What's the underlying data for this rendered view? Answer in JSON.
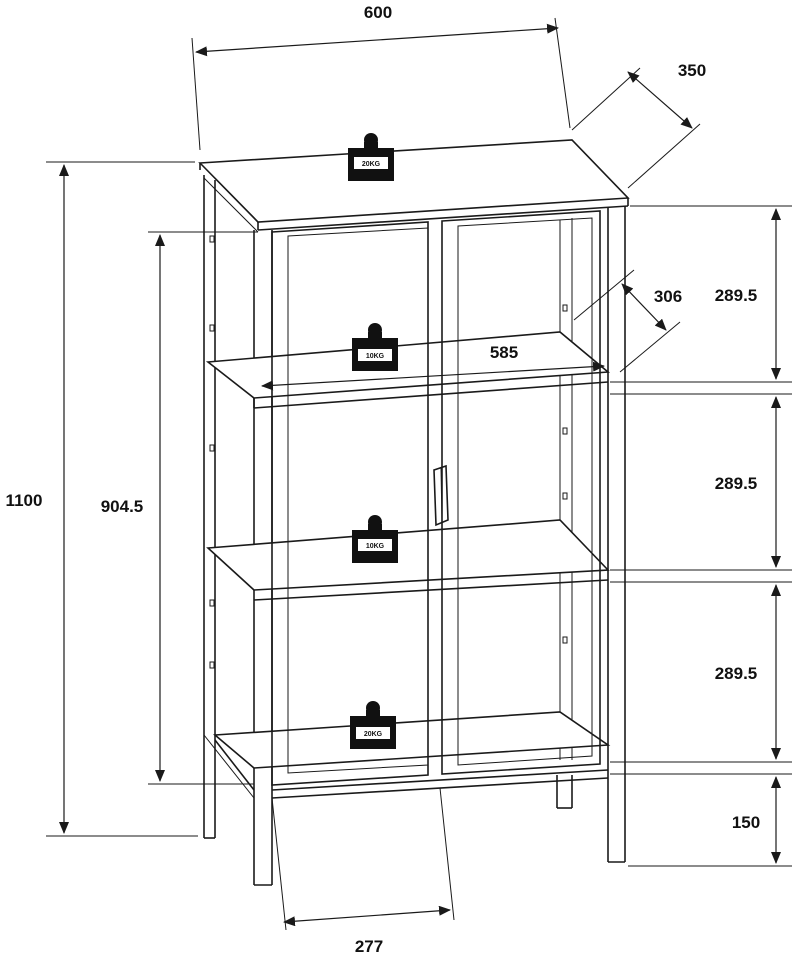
{
  "dimensions": {
    "width": "600",
    "depth": "350",
    "height_total": "1100",
    "height_inner": "904.5",
    "shelf_width": "585",
    "shelf_depth": "306",
    "compartment_1": "289.5",
    "compartment_2": "289.5",
    "compartment_3": "289.5",
    "leg_height": "150",
    "leg_spacing": "277"
  },
  "load_ratings": {
    "top": "20KG",
    "shelf_upper": "10KG",
    "shelf_middle": "10KG",
    "bottom": "20KG"
  }
}
